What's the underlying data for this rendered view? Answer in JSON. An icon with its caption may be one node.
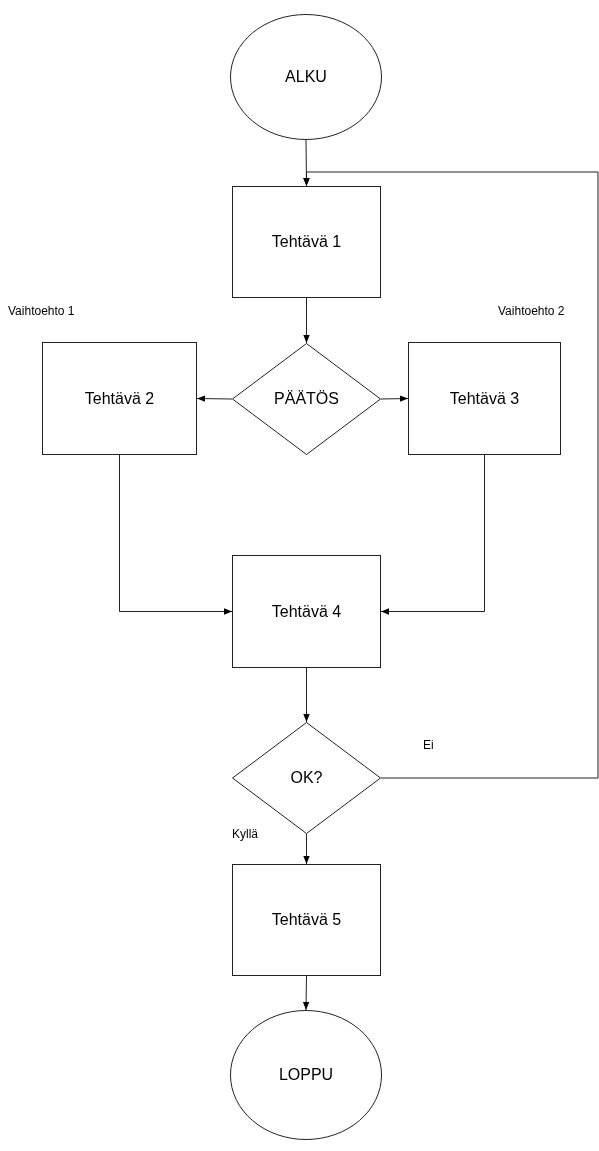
{
  "diagram": {
    "nodes": [
      {
        "text": [
          "ALKU"
        ]
      },
      {
        "text": [
          "Tehtävä 1"
        ]
      },
      {
        "text": [
          "PÄÄTÖS"
        ]
      },
      {
        "text": [
          "Tehtävä 2"
        ],
        "beside": [
          "Vaihtoehto 1"
        ]
      },
      {
        "text": [
          "Tehtävä 3"
        ],
        "beside": [
          "Vaihtoehto 2"
        ]
      },
      {
        "text": [
          "Tehtävä 4"
        ]
      },
      {
        "text": [
          "OK?"
        ]
      },
      {
        "text": [
          "Tehtävä 5"
        ]
      },
      {
        "text": [
          "LOPPU"
        ]
      }
    ],
    "edges": [
      {
        "from": 0,
        "to": 1,
        "arrow": "to"
      },
      {
        "from": 1,
        "to": 2,
        "arrow": "to"
      },
      {
        "from": 2,
        "to": 3,
        "arrow": "to"
      },
      {
        "from": 2,
        "to": 4,
        "arrow": "to"
      },
      {
        "from": 3,
        "to": 5,
        "arrow": "to"
      },
      {
        "from": 4,
        "to": 5,
        "arrow": "to"
      },
      {
        "from": 5,
        "to": 6,
        "arrow": "to"
      },
      {
        "from": 6,
        "to": 7,
        "arrow": "to",
        "label": "Kyllä"
      },
      {
        "from": 6,
        "to": 1,
        "arrow": "to",
        "label": "Ei"
      },
      {
        "from": 7,
        "to": 8,
        "arrow": "to"
      }
    ]
  }
}
